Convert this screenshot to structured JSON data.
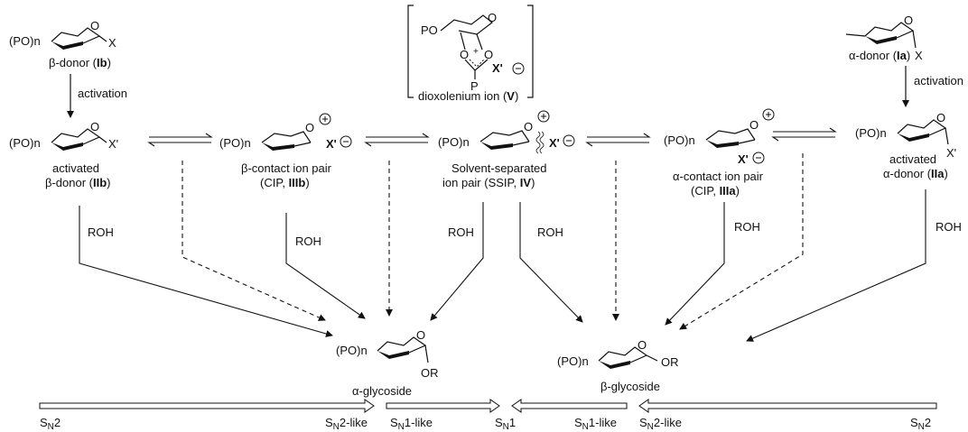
{
  "structures": {
    "ib": {
      "left": "(PO)n",
      "right": "X",
      "name_pre": "β-donor (",
      "name_bold": "Ib",
      "name_post": ")"
    },
    "ia": {
      "right": "X",
      "name_pre": "α-donor (",
      "name_bold": "Ia",
      "name_post": ")"
    },
    "iib": {
      "left": "(PO)n",
      "right": "X'",
      "name_l1": "activated",
      "name_l2_pre": "β-donor (",
      "name_l2_bold": "IIb",
      "name_l2_post": ")"
    },
    "iiib": {
      "left": "(PO)n",
      "ion": "X'",
      "name_l1": "β-contact ion pair",
      "name_l2_pre": "(CIP, ",
      "name_l2_bold": "IIIb",
      "name_l2_post": ")"
    },
    "iv": {
      "left": "(PO)n",
      "ion": "X'",
      "name_l1": "Solvent-separated",
      "name_l2_pre": "ion pair (SSIP, ",
      "name_l2_bold": "IV",
      "name_l2_post": ")"
    },
    "iiia": {
      "left": "(PO)n",
      "ion": "X'",
      "name_l1": "α-contact ion pair",
      "name_l2_pre": "(CIP, ",
      "name_l2_bold": "IIIa",
      "name_l2_post": ")"
    },
    "iia": {
      "left": "(PO)n",
      "right": "X'",
      "name_l1": "activated",
      "name_l2_pre": "α-donor (",
      "name_l2_bold": "IIa",
      "name_l2_post": ")"
    },
    "v": {
      "po": "PO",
      "o": "O",
      "plus": "+",
      "p": "P",
      "ion": "X'",
      "name_pre": "dioxolenium ion (",
      "name_bold": "V",
      "name_post": ")"
    },
    "alpha_prod": {
      "left": "(PO)n",
      "or": "OR",
      "name": "α-glycoside"
    },
    "beta_prod": {
      "left": "(PO)n",
      "or": "OR",
      "name": "β-glycoside"
    }
  },
  "ring_oxygen": "O",
  "activation_label": "activation",
  "roh_label": "ROH",
  "mechanism_scale": {
    "left": [
      {
        "main": "S",
        "sub": "N",
        "tail": "2"
      },
      {
        "main": "S",
        "sub": "N",
        "tail": "2-like"
      },
      {
        "main": "S",
        "sub": "N",
        "tail": "1-like"
      }
    ],
    "center": {
      "main": "S",
      "sub": "N",
      "tail": "1"
    },
    "right": [
      {
        "main": "S",
        "sub": "N",
        "tail": "1-like"
      },
      {
        "main": "S",
        "sub": "N",
        "tail": "2-like"
      },
      {
        "main": "S",
        "sub": "N",
        "tail": "2"
      }
    ]
  }
}
